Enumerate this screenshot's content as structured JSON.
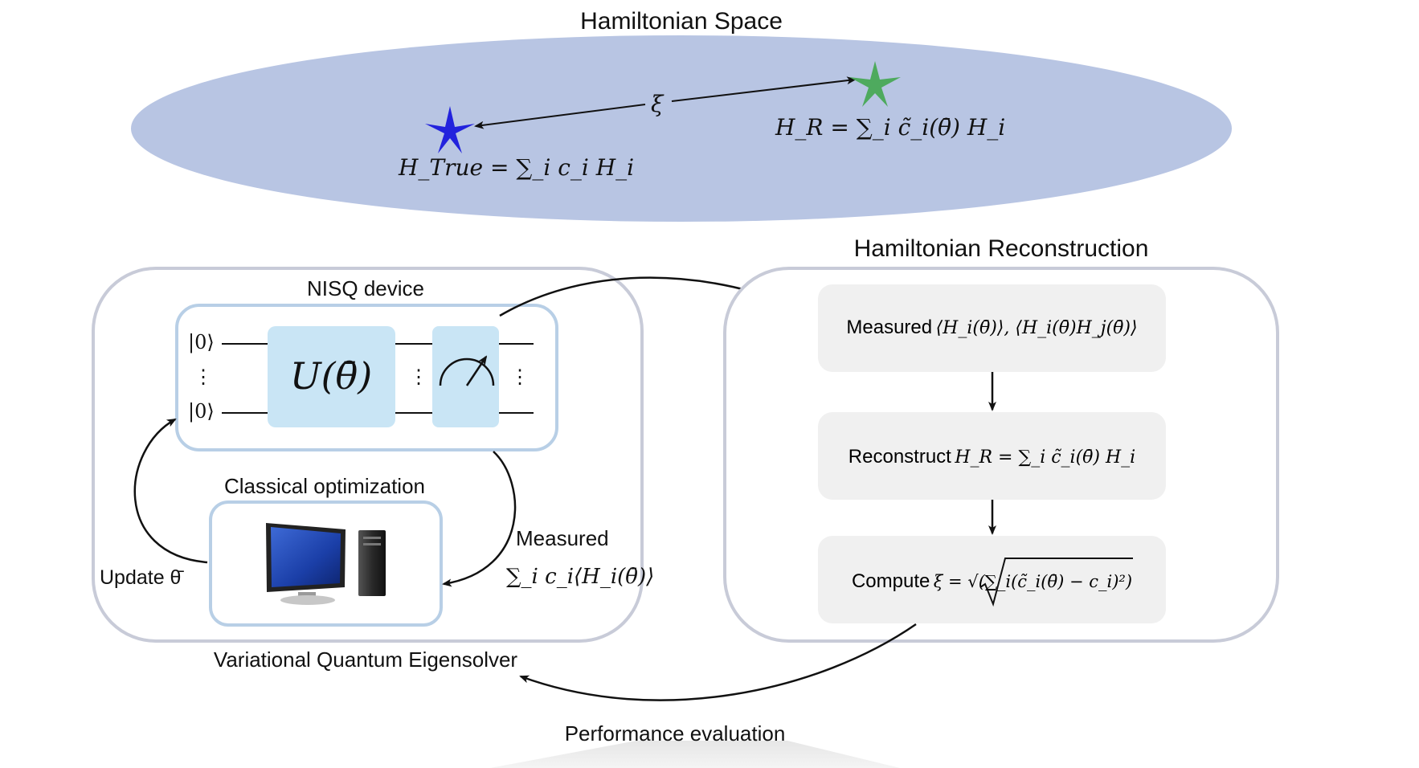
{
  "hamiltonian_space": {
    "title": "Hamiltonian Space",
    "xi_label": "ξ",
    "h_true": "H_True = ∑_i c_i H_i",
    "h_r": "H_R = ∑_i c̃_i(θ̄) H_i"
  },
  "vqe": {
    "nisq_title": "NISQ device",
    "ket_top": "|0⟩",
    "ket_bottom": "|0⟩",
    "vdots": "⋮",
    "unitary": "U(θ̄)",
    "classical_title": "Classical optimization",
    "update_label": "Update θ̄",
    "measured_label": "Measured",
    "measured_sum": "∑_i c_i⟨H_i(θ̄)⟩",
    "caption": "Variational Quantum Eigensolver"
  },
  "reconstruction": {
    "title": "Hamiltonian Reconstruction",
    "step1_text": "Measured",
    "step1_math": "⟨H_i(θ̄)⟩, ⟨H_i(θ̄)H_j(θ̄)⟩",
    "step2_text": "Reconstruct",
    "step2_math": "H_R = ∑_i c̃_i(θ̄) H_i",
    "step3_text": "Compute",
    "step3_math": "ξ = √(∑_i(c̃_i(θ̄) − c_i)²)"
  },
  "performance": {
    "title": "Performance evaluation"
  },
  "colors": {
    "ellipse": "#b8c5e3",
    "box_border": "#c8cbd8",
    "nisq_border": "#b8cfe6",
    "gate_fill": "#c9e5f5",
    "step_fill": "#f0f0f0",
    "true_star": "#2222dd",
    "r_star": "#4eaa5e"
  }
}
